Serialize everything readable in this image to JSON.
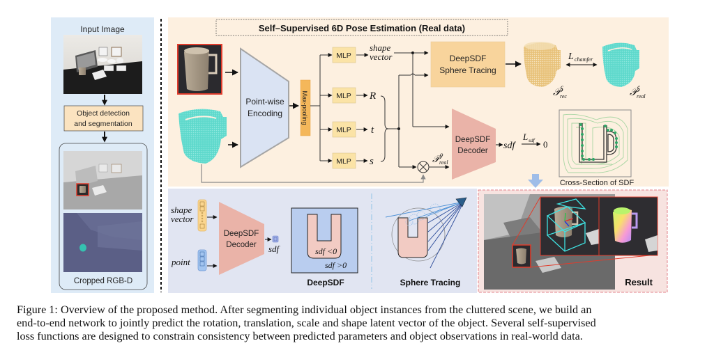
{
  "left_panel": {
    "input_image_label": "Input Image",
    "detection_box_line1": "Object detection",
    "detection_box_line2": "and segmentation",
    "cropped_label": "Cropped RGB-D"
  },
  "main_panel": {
    "title": "Self–Supervised 6D Pose Estimation (Real data)",
    "encoder_line1": "Point-wise",
    "encoder_line2": "Encoding",
    "maxpool_label": "Max-pooling",
    "mlp_labels": [
      "MLP",
      "MLP",
      "MLP",
      "MLP"
    ],
    "output_shape_line1": "shape",
    "output_shape_line2": "vector",
    "output_R": "R",
    "output_t": "t",
    "output_s": "s",
    "sphere_tracing_line1": "DeepSDF",
    "sphere_tracing_line2": "Sphere Tracing",
    "decoder_line1": "DeepSDF",
    "decoder_line2": "Decoder",
    "p_real_o": "𝒫",
    "p_real_o_sup": "o",
    "p_real_o_sub": "real",
    "sdf_output": "sdf",
    "l_sdf": "L",
    "l_sdf_sub": "sdf",
    "zero": "0",
    "l_chamfer": "L",
    "l_chamfer_sub": "chamfer",
    "p_rec_sup": "c",
    "p_rec_sub": "rec",
    "p_real_sup": "c",
    "p_real_sub": "real",
    "cross_section_label": "Cross-Section of SDF"
  },
  "bottom_panel": {
    "shape_vector_line1": "shape",
    "shape_vector_line2": "vector",
    "point_label": "point",
    "decoder_line1": "DeepSDF",
    "decoder_line2": "Decoder",
    "sdf_label": "sdf",
    "sdf_neg": "sdf <0",
    "sdf_pos": "sdf >0",
    "deepsdf_caption": "DeepSDF",
    "sphere_tracing_caption": "Sphere Tracing",
    "result_caption": "Result"
  },
  "colors": {
    "left_panel_bg": "#deebf7",
    "main_panel_bg": "#fdf0e0",
    "bottom_panel_bg": "#e1e5f2",
    "encoder_fill": "#dae3f3",
    "mlp_fill": "#fbe3a6",
    "maxpool_fill": "#f4b75a",
    "sphere_box_fill": "#f8d49c",
    "decoder_fill": "#eab3a8",
    "red_frame": "#e03c2c",
    "cyan_points": "#5ed9cc",
    "result_bg": "#f7e3e0"
  },
  "caption": {
    "line1": "Figure 1: Overview of the proposed method. After segmenting individual object instances from the cluttered scene, we build an",
    "line2": "end-to-end network to jointly predict the rotation, translation, scale and shape latent vector of the object. Several self-supervised",
    "line3": "loss functions are designed to constrain consistency between predicted parameters and object observations in real-world data."
  }
}
